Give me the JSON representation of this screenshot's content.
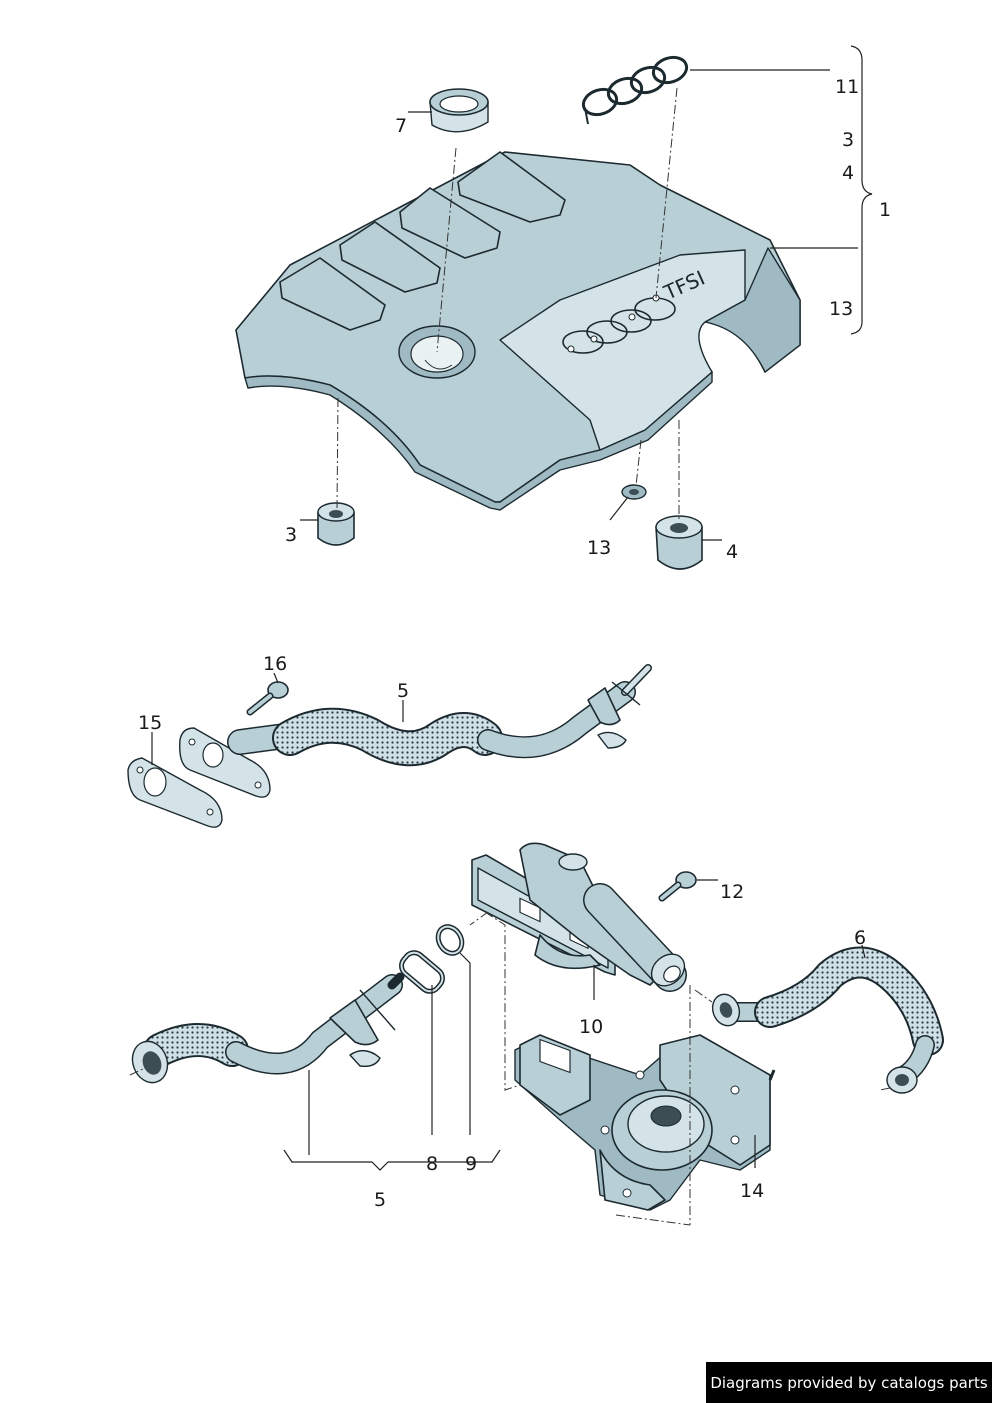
{
  "labels": {
    "l11": "11",
    "l3b": "3",
    "l4b": "4",
    "l1": "1",
    "l13b": "13",
    "l7": "7",
    "l3": "3",
    "l13": "13",
    "l4": "4",
    "l16": "16",
    "l5top": "5",
    "l15": "15",
    "l12": "12",
    "l6": "6",
    "l10": "10",
    "l8": "8",
    "l9": "9",
    "l5": "5",
    "l14": "14"
  },
  "logo_text": "TFSI",
  "credit": "Diagrams provided by catalogs parts",
  "colors": {
    "part_fill": "#b9cfd6",
    "part_shadow": "#9fbac3",
    "outline": "#1c2a30",
    "credit_bg": "#000000"
  }
}
